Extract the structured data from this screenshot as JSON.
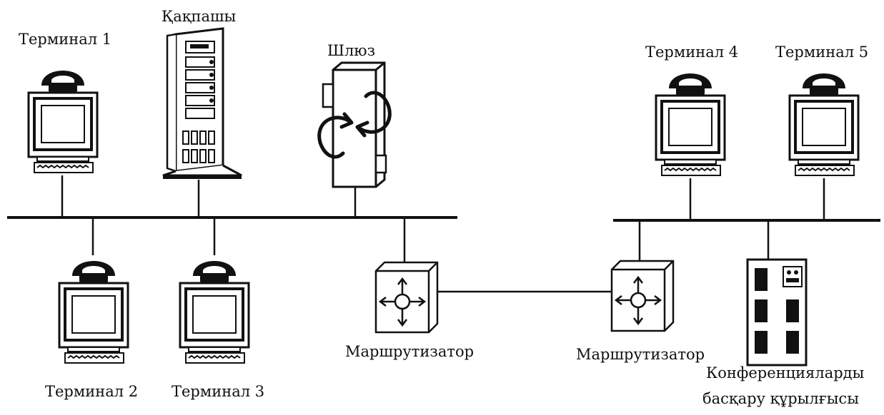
{
  "labels": {
    "terminal_1": "Терминал 1",
    "terminal_2": "Терминал 2",
    "terminal_3": "Терминал 3",
    "terminal_4": "Терминал 4",
    "terminal_5": "Терминал 5",
    "gatekeeper": "Қақпашы",
    "gateway": "Шлюз",
    "router_left": "Маршрутизатор",
    "router_right": "Маршрутизатор",
    "mcu_line1": "Конференцияларды",
    "mcu_line2": "басқару құрылғысы"
  },
  "icons": {
    "terminal": "phone-monitor-terminal-icon",
    "gatekeeper": "server-tower-icon",
    "gateway": "gateway-converter-icon",
    "router": "router-icon",
    "mcu": "conference-control-unit-icon"
  }
}
